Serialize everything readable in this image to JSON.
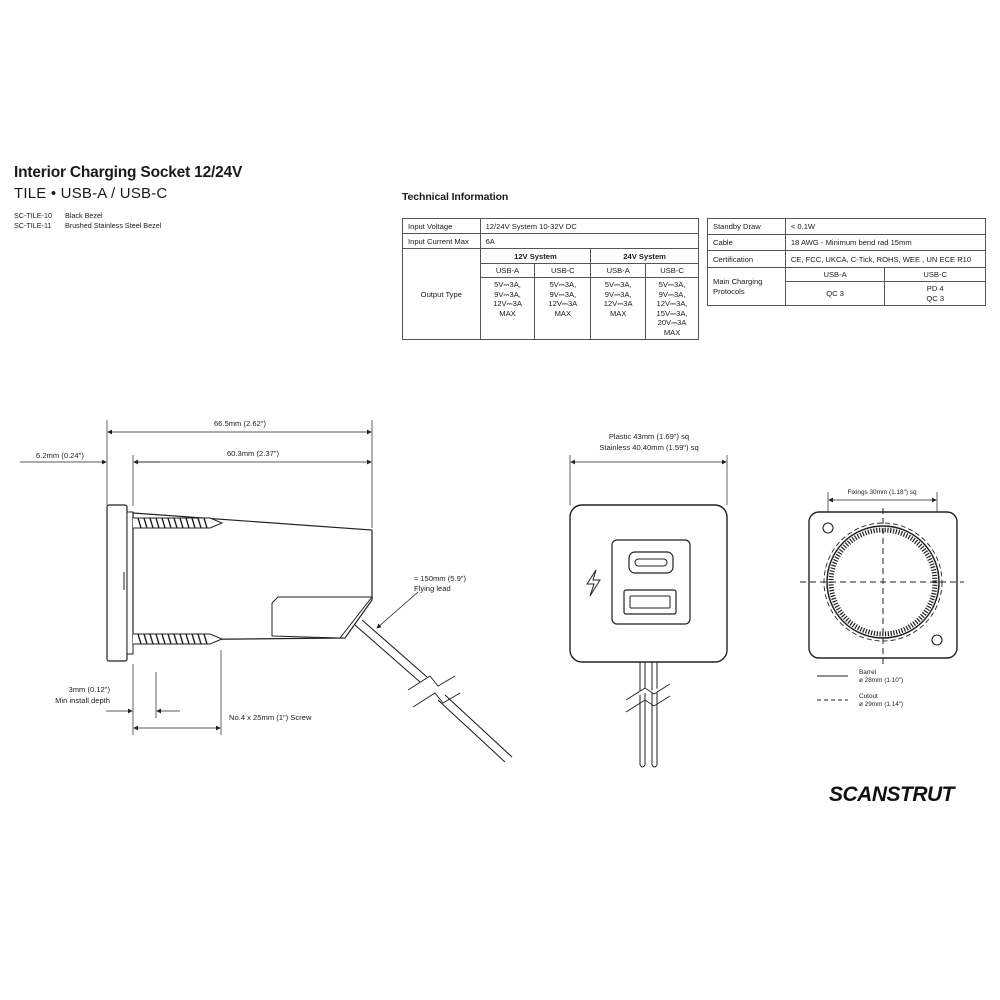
{
  "header": {
    "title": "Interior Charging Socket 12/24V",
    "subtitle": "TILE • USB-A / USB-C",
    "variants": [
      {
        "code": "SC-TILE-10",
        "description": "Black Bezel"
      },
      {
        "code": "SC-TILE-11",
        "description": "Brushed Stainless Steel Bezel"
      }
    ]
  },
  "tech": {
    "heading": "Technical Information",
    "input_voltage_label": "Input Voltage",
    "input_voltage_value": "12/24V System 10-32V DC",
    "input_current_label": "Input Current Max",
    "input_current_value": "6A",
    "output_type_label": "Output Type",
    "system_12v": "12V System",
    "system_24v": "24V System",
    "usb_a": "USB-A",
    "usb_c": "USB-C",
    "out_12v_usba": [
      "5V⎓3A,",
      "9V⎓3A,",
      "12V⎓3A",
      "MAX"
    ],
    "out_12v_usbc": [
      "5V⎓3A,",
      "9V⎓3A,",
      "12V⎓3A",
      "MAX"
    ],
    "out_24v_usba": [
      "5V⎓3A,",
      "9V⎓3A,",
      "12V⎓3A",
      "MAX"
    ],
    "out_24v_usbc": [
      "5V⎓3A,",
      "9V⎓3A,",
      "12V⎓3A,",
      "15V⎓3A,",
      "20V⎓3A",
      "MAX"
    ],
    "standby_label": "Standby Draw",
    "standby_value": "< 0.1W",
    "cable_label": "Cable",
    "cable_value": "18 AWG - Minimum bend rad 15mm",
    "cert_label": "Certification",
    "cert_value": "CE, FCC, UKCA, C-Tick, ROHS, WEE , UN ECE R10",
    "protocols_label": "Main Charging Protocols",
    "protocols_usba": "QC 3",
    "protocols_usbc": [
      "PD 4",
      "QC 3"
    ]
  },
  "side_view": {
    "overall": "66.5mm (2.62\")",
    "body": "60.3mm (2.37\")",
    "bezel": "6.2mm (0.24\")",
    "lead_length": "≈ 150mm (5.9\")",
    "lead_label": "Flying lead",
    "min_depth": "3mm (0.12\")",
    "min_depth_label": "Min install depth",
    "screw": "No.4 x 25mm (1\") Screw"
  },
  "front_view": {
    "plastic": "Plastic 43mm (1.69\") sq",
    "stainless": "Stainless 40.40mm (1.59\") sq"
  },
  "rear_view": {
    "fixings": "Fixings 30mm (1.18\") sq",
    "barrel_label": "Barrel",
    "barrel_value": "ø 28mm (1.10\")",
    "cutout_label": "Cutout",
    "cutout_value": "ø 29mm (1.14\")"
  },
  "brand": "SCANSTRUT"
}
